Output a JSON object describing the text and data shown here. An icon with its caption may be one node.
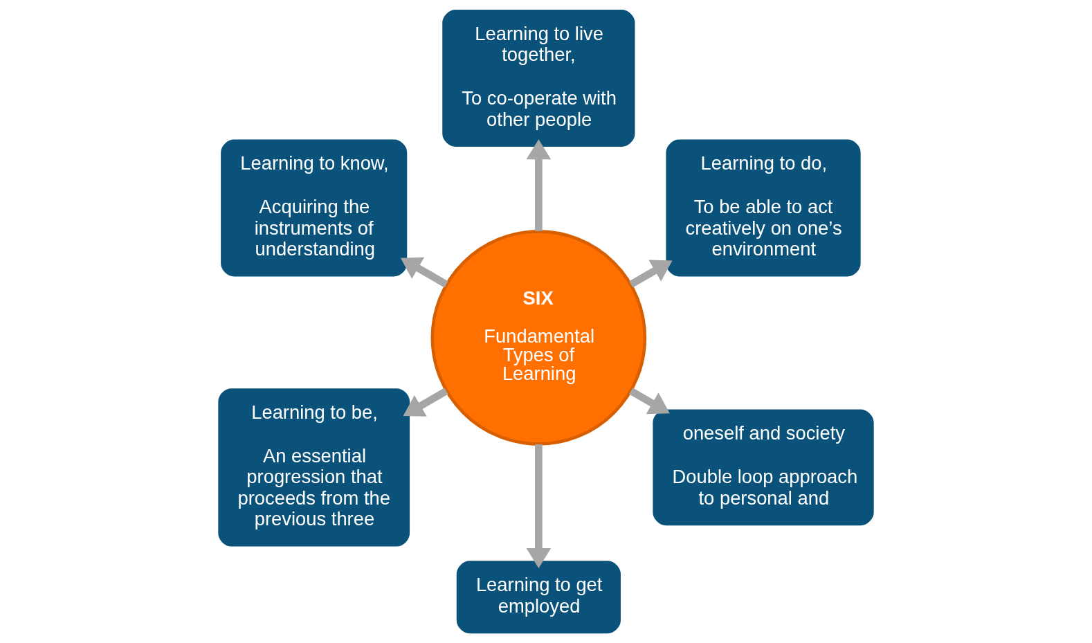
{
  "diagram": {
    "nodes": [
      {
        "text": [
          "Learning to do,",
          "To be able to act creatively on one’s environment"
        ]
      },
      {
        "text": [
          "Learning to live together,",
          "To co-operate with other people"
        ]
      },
      {
        "text": [
          "Learning to know,",
          "Acquiring the instruments of understanding"
        ]
      },
      {
        "text": [
          "Learning to be,",
          "An essential progression that proceeds from the previous three"
        ]
      },
      {
        "text": [
          "SIX",
          "Fundamental Types of Learning"
        ]
      },
      {
        "text": [
          "Learning to get employed"
        ]
      },
      {
        "text": [
          "oneself and society",
          "Double loop approach to personal and"
        ]
      }
    ],
    "edges": [
      {
        "from": 4,
        "to": 5,
        "arrow": "to"
      },
      {
        "from": 4,
        "to": 2,
        "arrow": "to"
      },
      {
        "from": 4,
        "to": 0,
        "arrow": "to"
      },
      {
        "from": 4,
        "to": 1,
        "arrow": "to"
      },
      {
        "from": 4,
        "to": 3,
        "arrow": "to"
      },
      {
        "from": 4,
        "to": 6,
        "arrow": "to"
      }
    ]
  }
}
